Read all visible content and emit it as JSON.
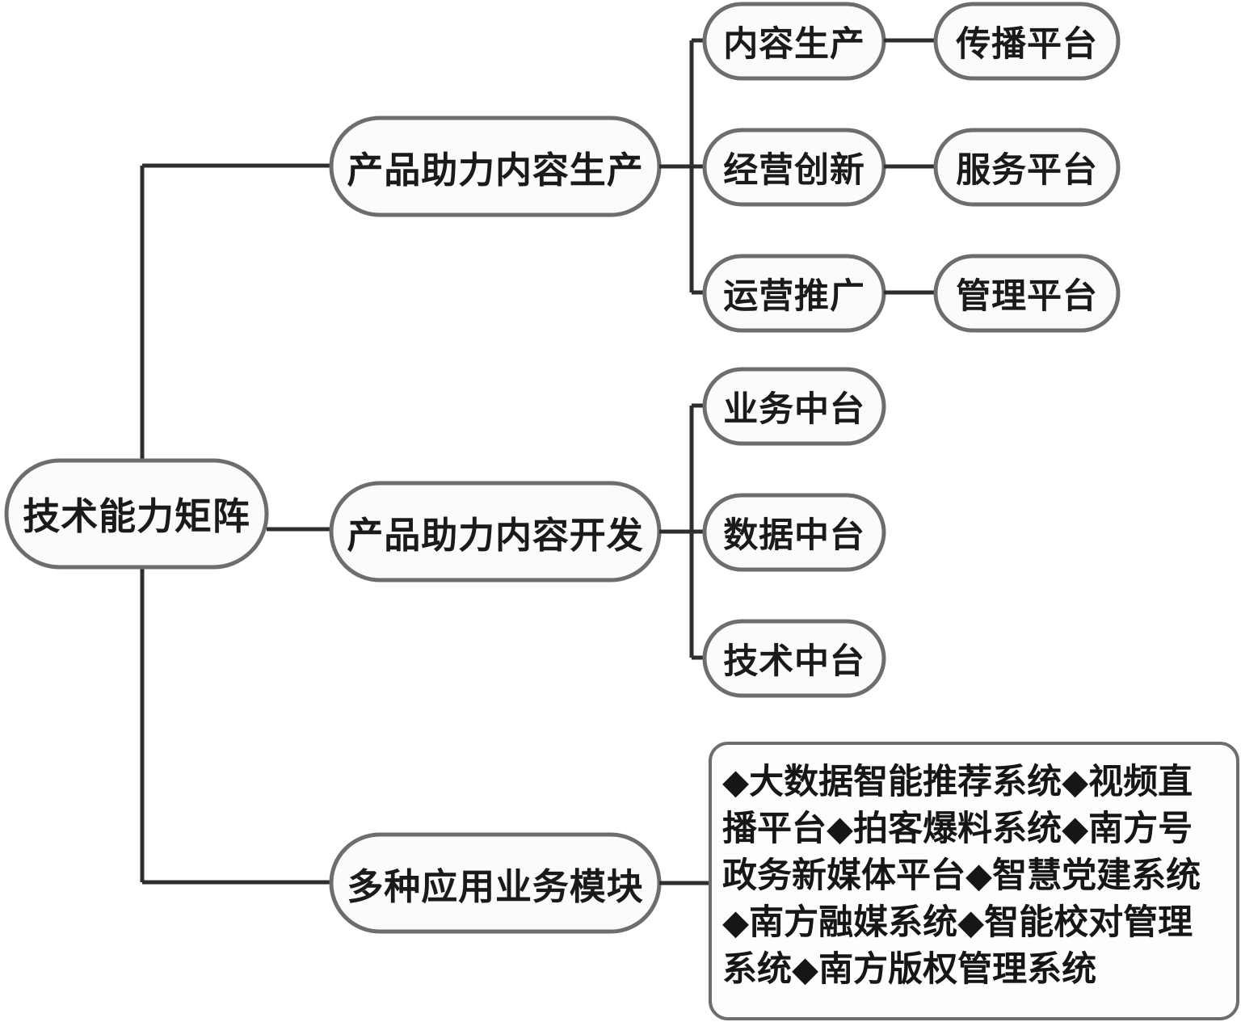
{
  "diagram": {
    "type": "tree-mindmap",
    "orientation": "left-to-right",
    "root": {
      "id": "root",
      "label": "技术能力矩阵"
    },
    "branches": [
      {
        "id": "branch-content-production",
        "label": "产品助力内容生产",
        "children": [
          {
            "id": "node-content-production",
            "label": "内容生产",
            "linked": {
              "id": "node-distribution-platform",
              "label": "传播平台"
            }
          },
          {
            "id": "node-business-innovation",
            "label": "经营创新",
            "linked": {
              "id": "node-service-platform",
              "label": "服务平台"
            }
          },
          {
            "id": "node-operations-promotion",
            "label": "运营推广",
            "linked": {
              "id": "node-management-platform",
              "label": "管理平台"
            }
          }
        ]
      },
      {
        "id": "branch-content-development",
        "label": "产品助力内容开发",
        "children": [
          {
            "id": "node-business-midplatform",
            "label": "业务中台"
          },
          {
            "id": "node-data-midplatform",
            "label": "数据中台"
          },
          {
            "id": "node-tech-midplatform",
            "label": "技术中台"
          }
        ]
      },
      {
        "id": "branch-application-modules",
        "label": "多种应用业务模块",
        "detail_box": {
          "id": "detail-box-application-modules",
          "lines": [
            "◆大数据智能推荐系统◆视频直",
            "播平台◆拍客爆料系统◆南方号",
            "政务新媒体平台◆智慧党建系统",
            "◆南方融媒系统◆智能校对管理",
            "系统◆南方版权管理系统"
          ],
          "items": [
            "大数据智能推荐系统",
            "视频直播平台",
            "拍客爆料系统",
            "南方号政务新媒体平台",
            "智慧党建系统",
            "南方融媒系统",
            "智能校对管理系统",
            "南方版权管理系统"
          ],
          "bullet_glyph": "◆"
        }
      }
    ],
    "colors": {
      "node_border": "#6d6d6d",
      "node_fill": "#fbfbfb",
      "connector": "#2e2e2e",
      "text": "#1a1a1a",
      "background": "#ffffff"
    }
  }
}
